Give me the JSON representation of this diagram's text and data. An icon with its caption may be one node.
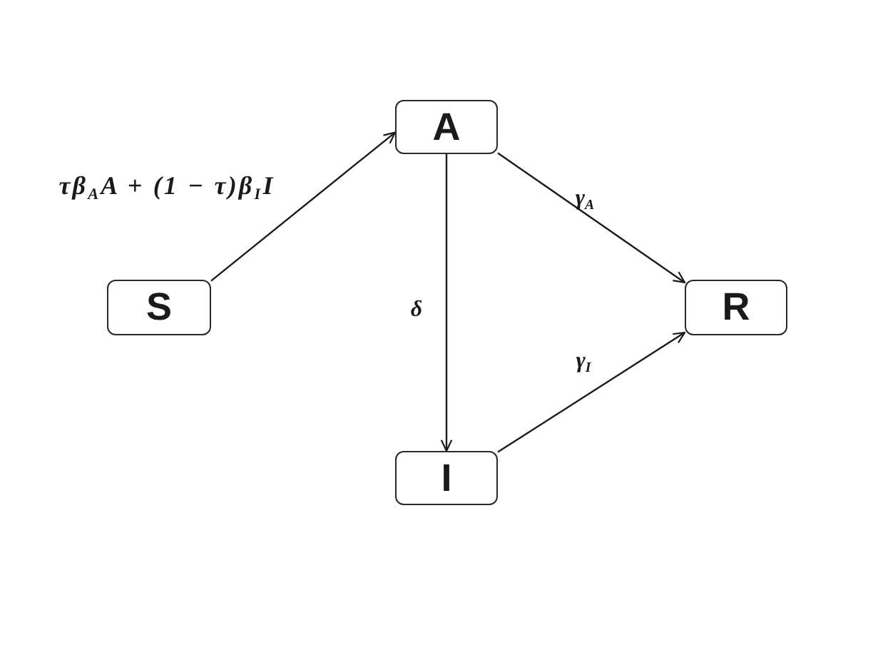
{
  "diagram": {
    "nodes": [
      {
        "text": [
          "A"
        ]
      },
      {
        "text": [
          "S"
        ]
      },
      {
        "text": [
          "R"
        ]
      },
      {
        "text": [
          "I"
        ]
      }
    ],
    "edges": [
      {
        "from": 1,
        "to": 0,
        "arrow": "to",
        "label": "τβ$_{A}$A + (1 − τ)β$_{I}$I"
      },
      {
        "from": 0,
        "to": 2,
        "arrow": "to",
        "label": "γ$_{A}$"
      },
      {
        "from": 0,
        "to": 3,
        "arrow": "to",
        "label": "δ"
      },
      {
        "from": 3,
        "to": 2,
        "arrow": "to",
        "label": "γ$_{I}$"
      }
    ]
  }
}
